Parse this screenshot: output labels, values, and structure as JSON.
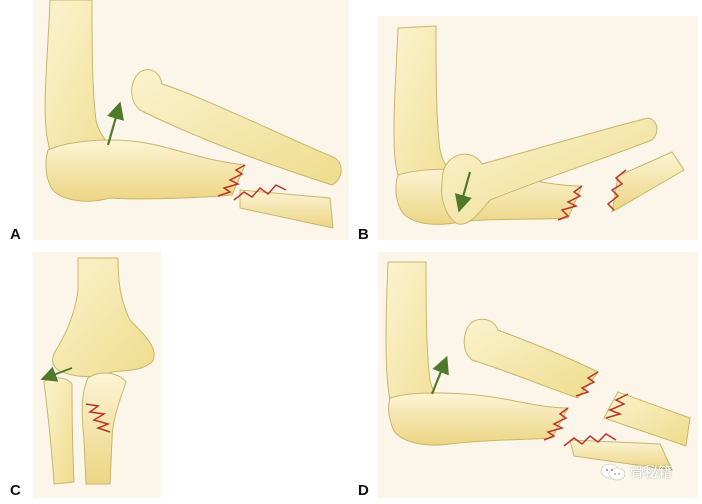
{
  "panels": {
    "a": {
      "label": "A"
    },
    "b": {
      "label": "B"
    },
    "c": {
      "label": "C"
    },
    "d": {
      "label": "D"
    }
  },
  "watermark": {
    "text": "骨秘籍",
    "icon": "wechat-icon"
  },
  "colors": {
    "bone_fill": "#f3e6a6",
    "bone_light": "#fbf3cf",
    "bone_stroke": "#c9b56a",
    "fracture_line": "#b8352a",
    "arrow": "#4f7a2a",
    "panel_bg": "#fbf6e9"
  }
}
